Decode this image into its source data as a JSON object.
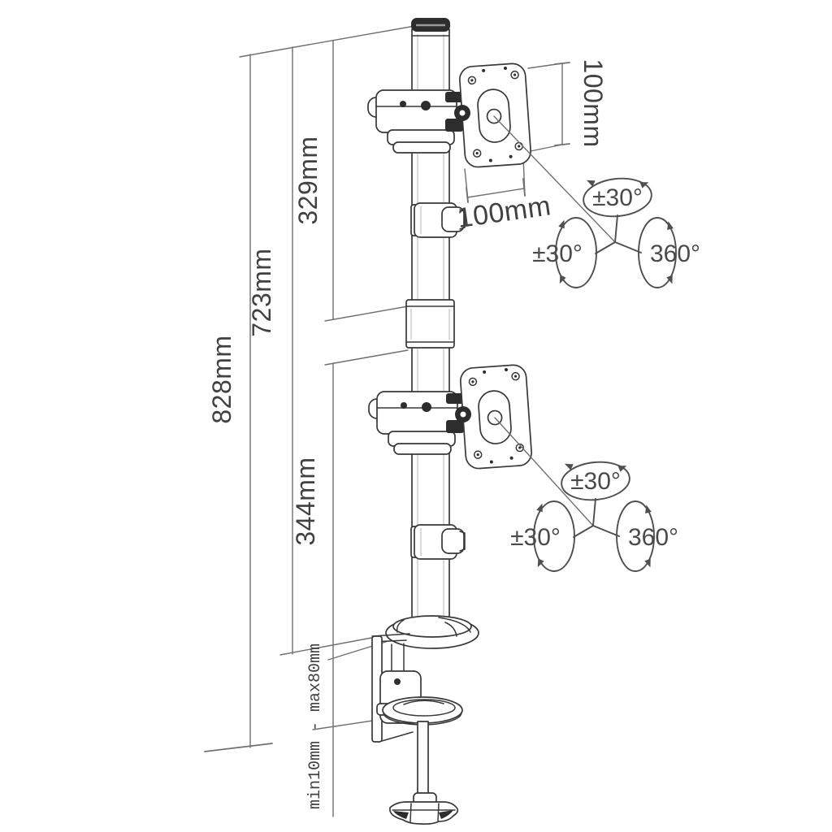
{
  "labels": {
    "total_height": "828mm",
    "pole_height": "723mm",
    "upper_section": "329mm",
    "lower_section": "344mm",
    "vesa_vertical": "100mm",
    "vesa_horizontal": "100mm",
    "clamp_range": "min10mm - max80mm",
    "tilt": "±30°",
    "swivel": "±30°",
    "rotation": "360°"
  },
  "colors": {
    "background": "#ffffff",
    "model_line": "#383838",
    "dimension_line": "#707070",
    "rotation_line": "#4f4f4f",
    "text": "#414141",
    "dark_fill": "#2d2d2d"
  }
}
